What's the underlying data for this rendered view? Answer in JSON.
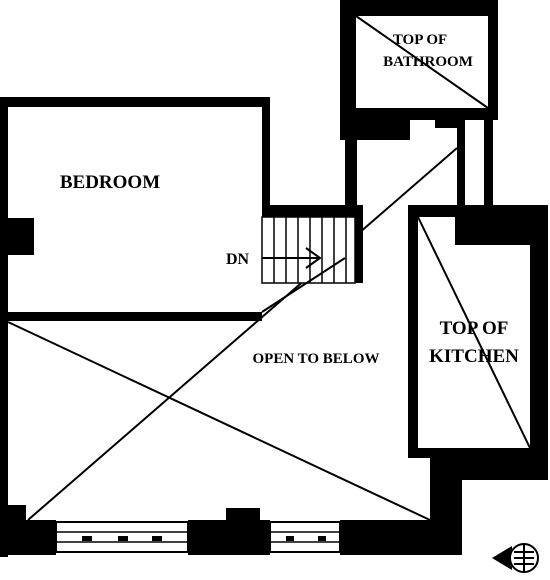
{
  "labels": {
    "bedroom": "BEDROOM",
    "top_of_bathroom_line1": "TOP OF",
    "top_of_bathroom_line2": "BATHROOM",
    "dn": "DN",
    "open_to_below": "OPEN TO BELOW",
    "top_of_kitchen_line1": "TOP OF",
    "top_of_kitchen_line2": "KITCHEN"
  },
  "icons": {
    "compass": "north-arrow-icon"
  },
  "colors": {
    "wall": "#000000",
    "background": "#ffffff"
  }
}
